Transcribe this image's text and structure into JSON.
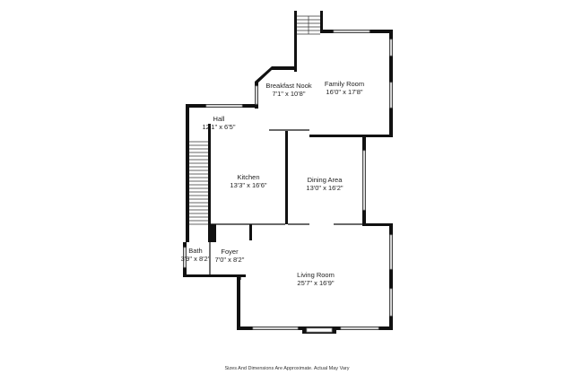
{
  "rooms": {
    "breakfast_nook": {
      "name": "Breakfast Nook",
      "dims": "7'1\" x 10'8\""
    },
    "family_room": {
      "name": "Family Room",
      "dims": "16'0\" x 17'8\""
    },
    "hall": {
      "name": "Hall",
      "dims": "12'1\" x 6'5\""
    },
    "kitchen": {
      "name": "Kitchen",
      "dims": "13'3\" x 16'6\""
    },
    "dining_area": {
      "name": "Dining Area",
      "dims": "13'0\" x 16'2\""
    },
    "bath": {
      "name": "Bath",
      "dims": "3'9\" x 8'2\""
    },
    "foyer": {
      "name": "Foyer",
      "dims": "7'0\" x 8'2\""
    },
    "living_room": {
      "name": "Living Room",
      "dims": "25'7\" x 16'9\""
    }
  },
  "footer": {
    "disclaimer": "Sizes And Dimensions Are Approximate. Actual May Vary"
  }
}
